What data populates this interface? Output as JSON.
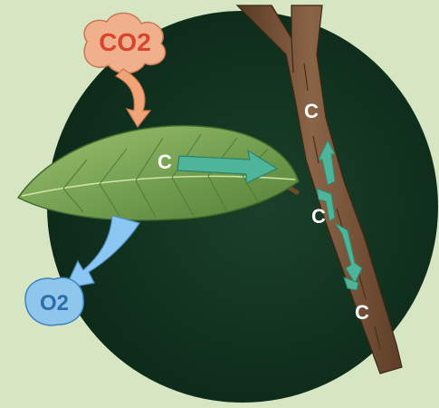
{
  "diagram": {
    "co2_label": "CO2",
    "o2_label": "O2",
    "carbon_labels": [
      "C",
      "C",
      "C",
      "C"
    ]
  },
  "colors": {
    "background": "#d6e6c3",
    "circle": "#11311f",
    "leaf": "#7ea85a",
    "leaf_vein": "#4e7a36",
    "stem": "#7a5436",
    "co2_bubble": "#f0b08c",
    "co2_text": "#d8442c",
    "o2_bubble": "#8ec6ec",
    "o2_text": "#2c6fa8",
    "carbon_arrow": "#4fb59a",
    "oxygen_arrow": "#8cc6f2",
    "co2_arrow": "#f1a478"
  }
}
